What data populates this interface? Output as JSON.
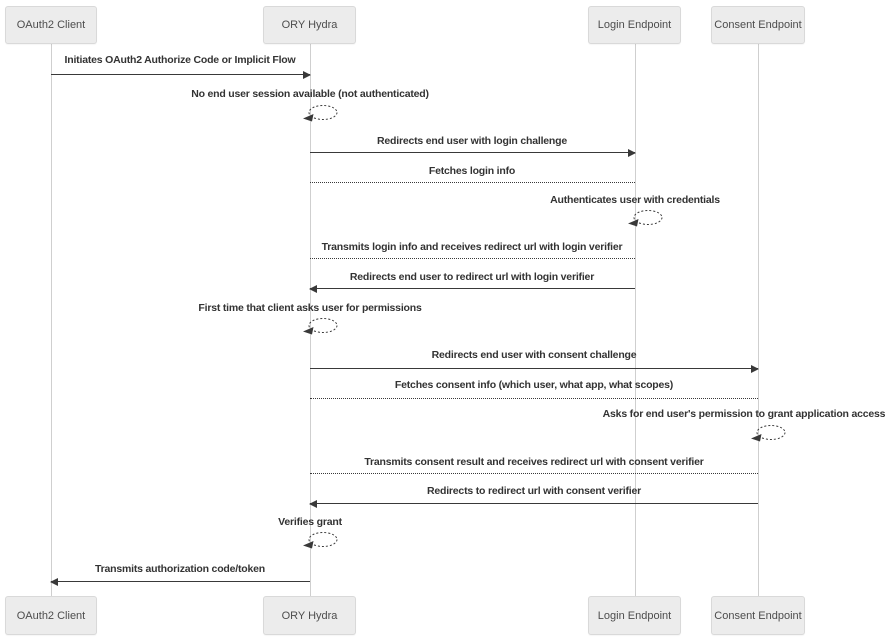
{
  "actors": [
    {
      "id": "oauth2-client",
      "label": "OAuth2 Client"
    },
    {
      "id": "ory-hydra",
      "label": "ORY Hydra"
    },
    {
      "id": "login-endpoint",
      "label": "Login Endpoint"
    },
    {
      "id": "consent-endpoint",
      "label": "Consent Endpoint"
    }
  ],
  "messages": [
    {
      "label": "Initiates OAuth2 Authorize Code or Implicit Flow",
      "from": "OAuth2 Client",
      "to": "ORY Hydra",
      "style": "solid-arrow"
    },
    {
      "label": "No end user session available (not authenticated)",
      "from": "ORY Hydra",
      "to": "ORY Hydra",
      "style": "self-dotted-loop"
    },
    {
      "label": "Redirects end user with login challenge",
      "from": "ORY Hydra",
      "to": "Login Endpoint",
      "style": "solid-arrow"
    },
    {
      "label": "Fetches login info",
      "from": "Login Endpoint",
      "to": "ORY Hydra",
      "style": "dotted"
    },
    {
      "label": "Authenticates user with credentials",
      "from": "Login Endpoint",
      "to": "Login Endpoint",
      "style": "self-dotted-loop"
    },
    {
      "label": "Transmits login info and receives redirect url with login verifier",
      "from": "Login Endpoint",
      "to": "ORY Hydra",
      "style": "dotted"
    },
    {
      "label": "Redirects end user to redirect url with login verifier",
      "from": "Login Endpoint",
      "to": "ORY Hydra",
      "style": "solid-arrow"
    },
    {
      "label": "First time that client asks user for permissions",
      "from": "ORY Hydra",
      "to": "ORY Hydra",
      "style": "self-dotted-loop"
    },
    {
      "label": "Redirects end user with consent challenge",
      "from": "ORY Hydra",
      "to": "Consent Endpoint",
      "style": "solid-arrow"
    },
    {
      "label": "Fetches consent info (which user, what app, what scopes)",
      "from": "Consent Endpoint",
      "to": "ORY Hydra",
      "style": "dotted"
    },
    {
      "label": "Asks for end user's permission to grant application access",
      "from": "Consent Endpoint",
      "to": "Consent Endpoint",
      "style": "self-dotted-loop"
    },
    {
      "label": "Transmits consent result and receives redirect url with consent verifier",
      "from": "Consent Endpoint",
      "to": "ORY Hydra",
      "style": "dotted"
    },
    {
      "label": "Redirects to redirect url with consent verifier",
      "from": "Consent Endpoint",
      "to": "ORY Hydra",
      "style": "solid-arrow"
    },
    {
      "label": "Verifies grant",
      "from": "ORY Hydra",
      "to": "ORY Hydra",
      "style": "self-dotted-loop"
    },
    {
      "label": "Transmits authorization code/token",
      "from": "ORY Hydra",
      "to": "OAuth2 Client",
      "style": "solid-arrow"
    }
  ],
  "colors": {
    "background": "#ffffff",
    "actor_fill": "#ececec",
    "actor_border": "#d9d9d9",
    "actor_text": "#4d4d4d",
    "message_text": "#333333",
    "message_line": "#393939",
    "lifeline": "#cfcfcf"
  }
}
